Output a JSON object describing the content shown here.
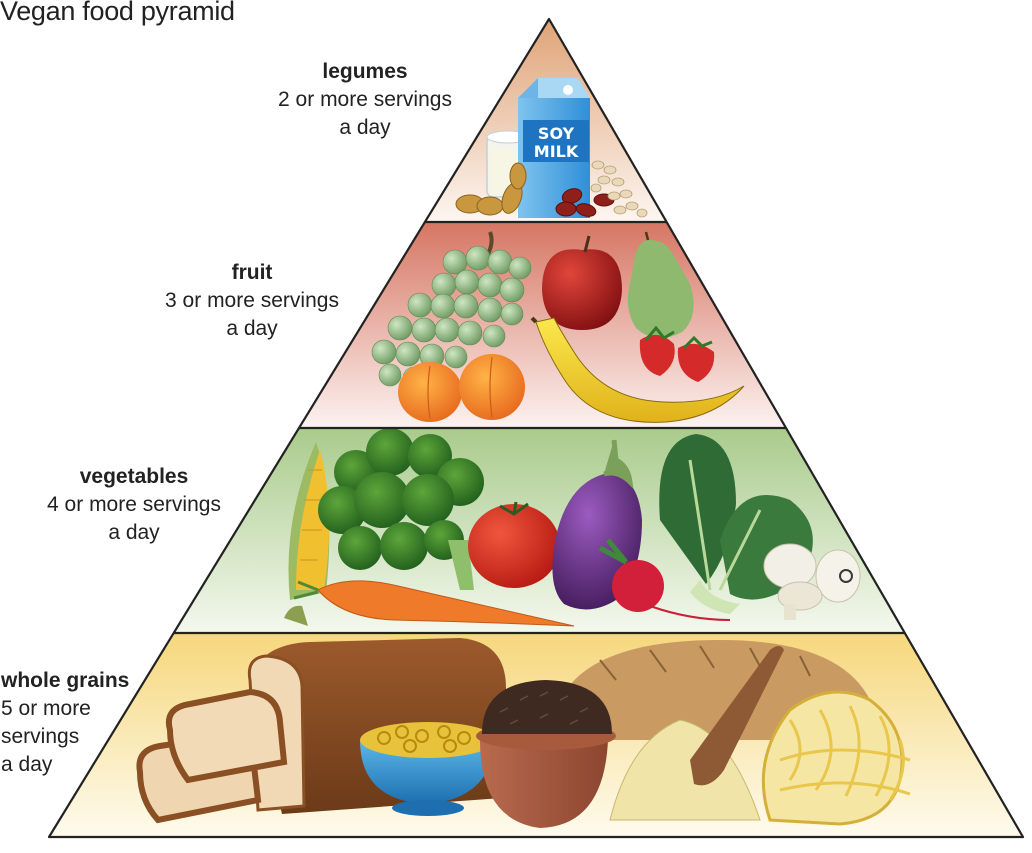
{
  "title": "Vegan food pyramid",
  "colors": {
    "legumes_top": "#dfa377",
    "legumes_bottom": "#fdf6f1",
    "fruit_top": "#d67663",
    "fruit_bottom": "#fcf2f0",
    "vegetables_top": "#a9cb8c",
    "vegetables_bottom": "#f4f8ee",
    "grains_top": "#f6d77c",
    "grains_bottom": "#fefbee",
    "outline": "#222222"
  },
  "tiers": [
    {
      "id": "legumes",
      "name": "legumes",
      "servings_line1": "2 or more servings",
      "servings_line2": "a day",
      "foods": [
        "soy milk carton",
        "glass of soy milk",
        "peanuts",
        "kidney beans",
        "white beans"
      ],
      "carton_text_1": "SOY",
      "carton_text_2": "MILK"
    },
    {
      "id": "fruit",
      "name": "fruit",
      "servings_line1": "3 or more servings",
      "servings_line2": "a day",
      "foods": [
        "green grapes",
        "apricots",
        "apple",
        "pear",
        "banana",
        "strawberries"
      ]
    },
    {
      "id": "vegetables",
      "name": "vegetables",
      "servings_line1": "4 or more servings",
      "servings_line2": "a day",
      "foods": [
        "corn",
        "broccoli",
        "carrot",
        "tomato",
        "eggplant",
        "radish",
        "bok choy",
        "mushrooms"
      ]
    },
    {
      "id": "whole-grains",
      "name": "whole grains",
      "servings_line1": "5 or more",
      "servings_line2": "servings",
      "servings_line3": "a day",
      "foods": [
        "sliced bread loaf",
        "cereal bowl",
        "wild rice pot",
        "bread loaf",
        "rice with scoop",
        "noodles"
      ]
    }
  ]
}
